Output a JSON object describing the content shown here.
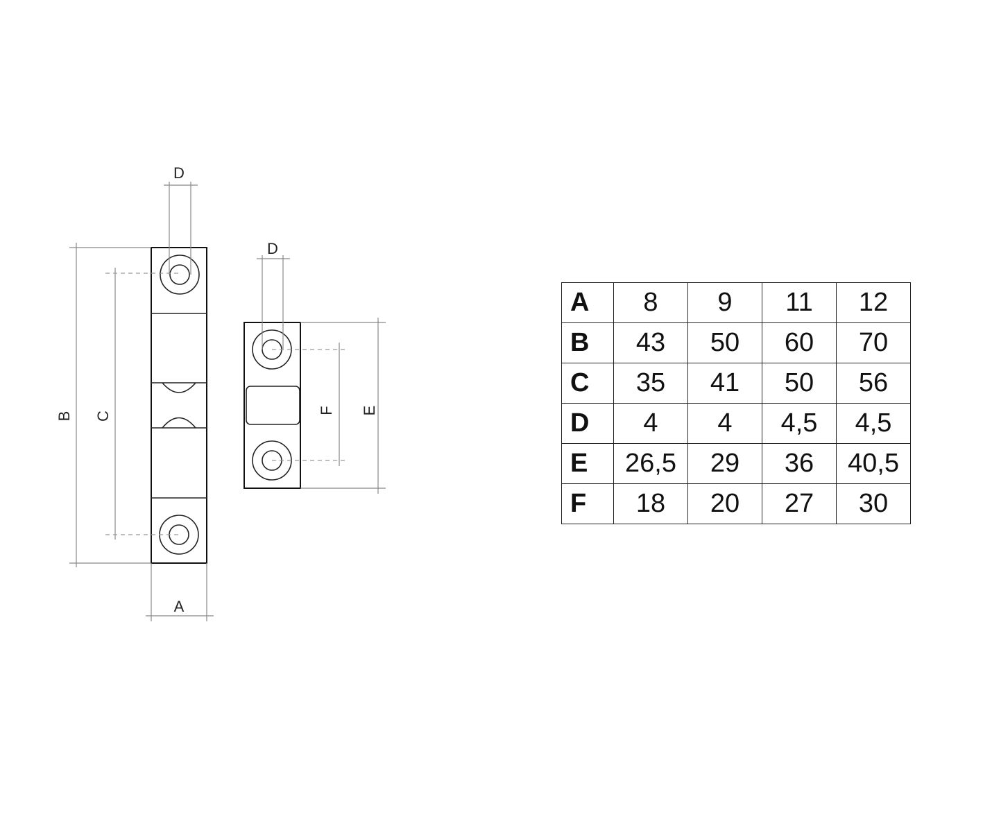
{
  "drawing": {
    "labels": {
      "D_top": "D",
      "D_small": "D",
      "B": "B",
      "C": "C",
      "F": "F",
      "E": "E",
      "A": "A"
    }
  },
  "table": {
    "rows": [
      {
        "label": "A",
        "values": [
          "8",
          "9",
          "11",
          "12"
        ]
      },
      {
        "label": "B",
        "values": [
          "43",
          "50",
          "60",
          "70"
        ]
      },
      {
        "label": "C",
        "values": [
          "35",
          "41",
          "50",
          "56"
        ]
      },
      {
        "label": "D",
        "values": [
          "4",
          "4",
          "4,5",
          "4,5"
        ]
      },
      {
        "label": "E",
        "values": [
          "26,5",
          "29",
          "36",
          "40,5"
        ]
      },
      {
        "label": "F",
        "values": [
          "18",
          "20",
          "27",
          "30"
        ]
      }
    ]
  }
}
